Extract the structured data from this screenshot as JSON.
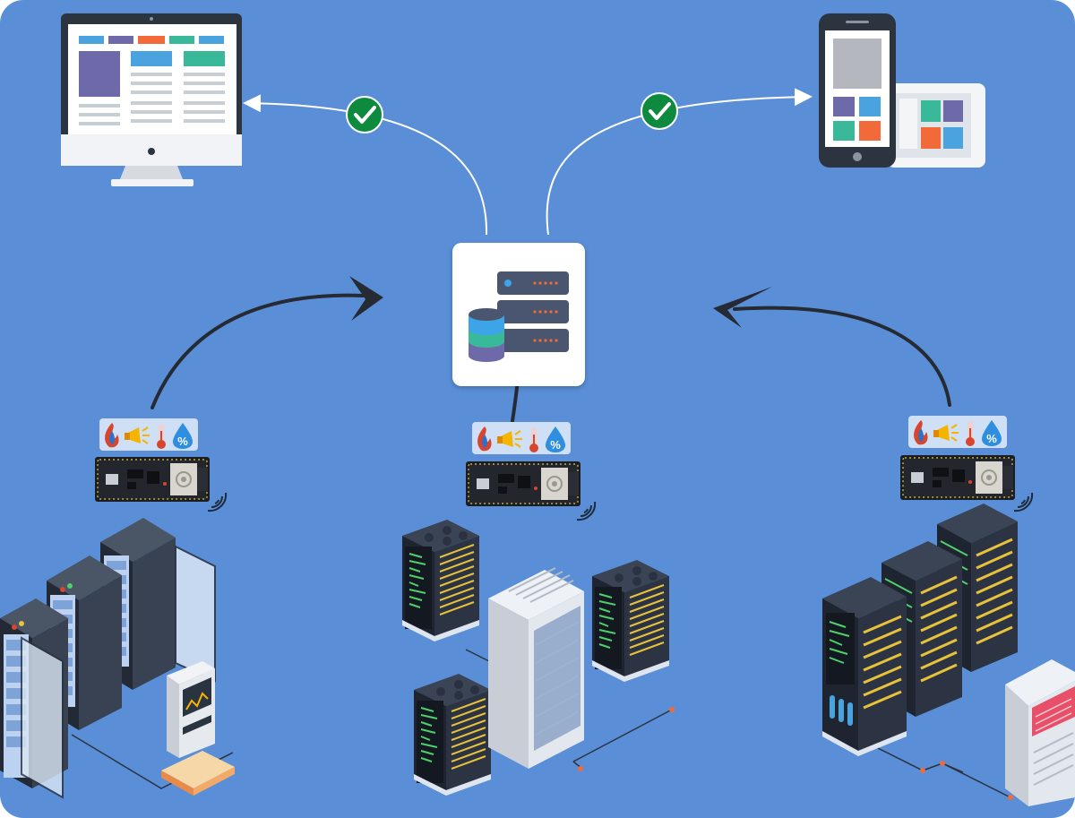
{
  "diagram": {
    "clients": [
      {
        "name": "desktop-monitor-icon",
        "status_icon": "check-circle-icon"
      },
      {
        "name": "mobile-devices-icon",
        "status_icon": "check-circle-icon"
      }
    ],
    "hub": {
      "icon": "server-database-icon"
    },
    "sensor_icons": [
      "fire-icon",
      "megaphone-icon",
      "thermometer-icon",
      "humidity-icon"
    ],
    "sensor_labels": {
      "humidity_symbol": "%"
    },
    "nodes": [
      {
        "name": "server-room-left",
        "board_icon": "microcontroller-board-icon",
        "wifi_icon": "wifi-icon"
      },
      {
        "name": "server-room-center",
        "board_icon": "microcontroller-board-icon",
        "wifi_icon": "wifi-icon"
      },
      {
        "name": "server-room-right",
        "board_icon": "microcontroller-board-icon",
        "wifi_icon": "wifi-icon"
      }
    ],
    "colors": {
      "background": "#5a8fd8",
      "check": "#0e8a3f",
      "dark": "#2a3340",
      "accent_orange": "#f26a3a",
      "accent_teal": "#39b89a",
      "accent_purple": "#6e69a8"
    }
  }
}
